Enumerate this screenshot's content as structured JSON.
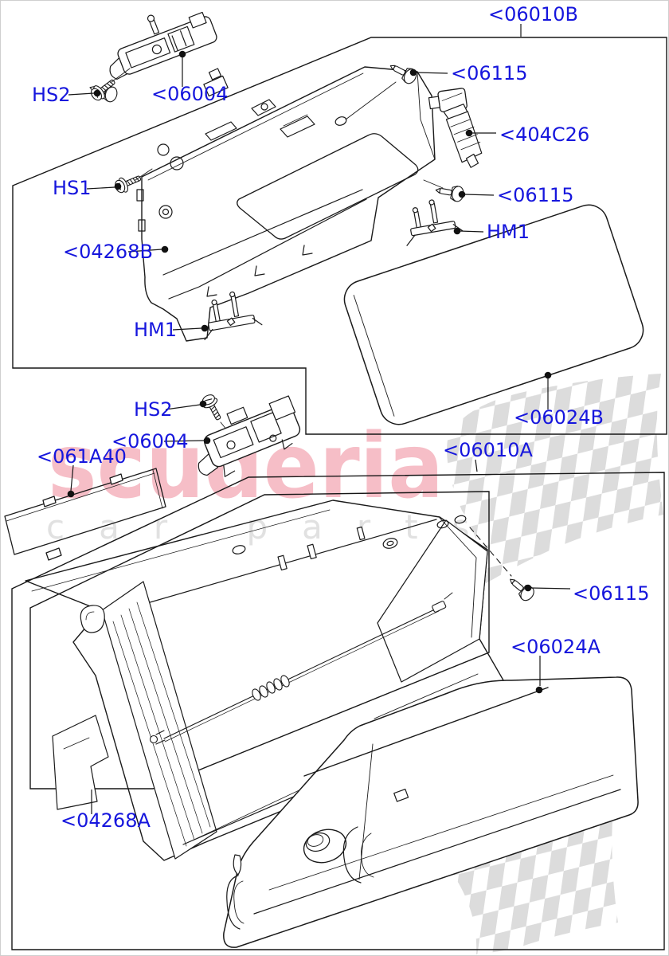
{
  "watermark": {
    "brand": "scuderia",
    "tagline": "car parts"
  },
  "colors": {
    "callout_blue": "#1616dd",
    "brand_pink": "#f4aeba",
    "tagline_gray": "#e0e0e0",
    "checker_gray": "#dcdcdc",
    "line_black": "#1a1a1a"
  },
  "callouts": {
    "upper_box": "<06010B",
    "hs2_upper": "HS2",
    "latch_upper": "<06004",
    "hs1": "HS1",
    "pin_upper": "<06115",
    "sensor": "<404C26",
    "pin_mid": "<06115",
    "hinge_right": "HM1",
    "frame_upper": "<04268B",
    "hinge_left": "HM1",
    "lid_upper": "<06024B",
    "hs2_lower": "HS2",
    "latch_lower": "<06004",
    "mat": "<061A40",
    "lower_box": "<06010A",
    "pin_lower": "<06115",
    "door_lower": "<06024A",
    "frame_lower": "<04268A"
  }
}
